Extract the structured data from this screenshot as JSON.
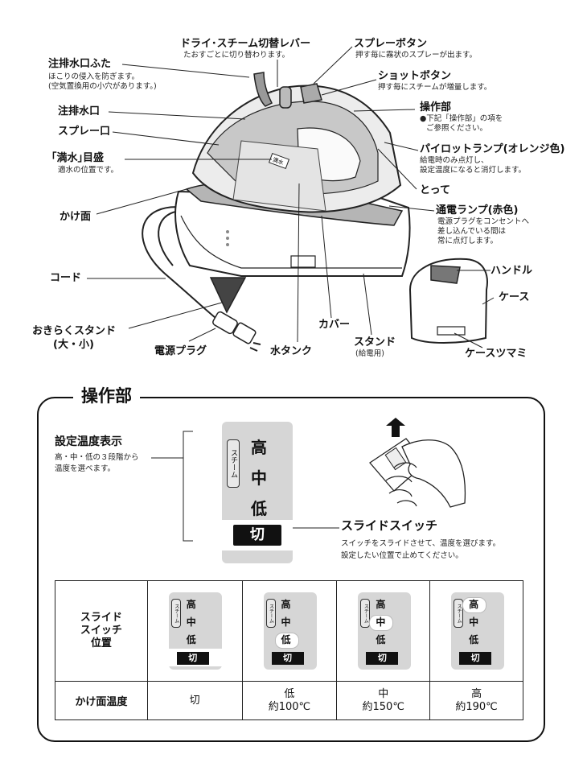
{
  "diagram": {
    "labels": {
      "lever_title": "ドライ･スチーム切替レバー",
      "lever_sub": "たおすごとに切り替わります。",
      "spray_button_title": "スプレーボタン",
      "spray_button_sub": "押す毎に霧状のスプレーが出ます。",
      "shot_button_title": "ショットボタン",
      "shot_button_sub": "押す毎にスチームが増量します。",
      "control_title": "操作部",
      "control_sub1": "●下記「操作部」の項を",
      "control_sub2": "ご参照ください。",
      "pilot_title": "パイロットランプ(オレンジ色)",
      "pilot_sub1": "給電時のみ点灯し、",
      "pilot_sub2": "設定温度になると消灯します。",
      "handle_grip": "とって",
      "power_lamp_title": "通電ランプ(赤色)",
      "power_lamp_sub1": "電源プラグをコンセントへ",
      "power_lamp_sub2": "差し込んでいる間は",
      "power_lamp_sub3": "常に点灯します。",
      "water_cap_title": "注排水口ふた",
      "water_cap_sub1": "ほこりの侵入を防ぎます。",
      "water_cap_sub2": "(空気置換用の小穴があります。)",
      "water_inlet": "注排水口",
      "spray_nozzle": "スプレー口",
      "full_mark_title": "｢満水｣目盛",
      "full_mark_sub": "適水の位置です。",
      "soleplate": "かけ面",
      "cord": "コード",
      "stand_small_1": "おきらくスタンド",
      "stand_small_2": "(大・小)",
      "plug": "電源プラグ",
      "tank": "水タンク",
      "cover": "カバー",
      "stand": "スタンド",
      "stand_sub": "(給電用)",
      "case_handle": "ハンドル",
      "case": "ケース",
      "case_knob": "ケースツマミ",
      "tank_mark": "満水"
    }
  },
  "panel": {
    "title": "操作部",
    "temp_display_title": "設定温度表示",
    "temp_display_sub1": "高・中・低の３段階から",
    "temp_display_sub2": "温度を選べます。",
    "slide_switch_title": "スライドスイッチ",
    "slide_switch_sub1": "スイッチをスライドさせて、温度を選びます。",
    "slide_switch_sub2": "設定したい位置で止めてください。",
    "steam_label": "スチーム",
    "levels": {
      "high": "高",
      "mid": "中",
      "low": "低",
      "off": "切"
    }
  },
  "table": {
    "row1_header": "スライド\nスイッチ\n位置",
    "row1_header_lines": [
      "スライド",
      "スイッチ",
      "位置"
    ],
    "row2_header": "かけ面温度",
    "columns": [
      {
        "selected": "off",
        "temp_line1": "切",
        "temp_line2": ""
      },
      {
        "selected": "low",
        "temp_line1": "低",
        "temp_line2": "約100℃"
      },
      {
        "selected": "mid",
        "temp_line1": "中",
        "temp_line2": "約150℃"
      },
      {
        "selected": "high",
        "temp_line1": "高",
        "temp_line2": "約190℃"
      }
    ]
  },
  "colors": {
    "ink": "#111111",
    "panel_gray": "#d6d6d6",
    "highlight": "#ffffff"
  }
}
